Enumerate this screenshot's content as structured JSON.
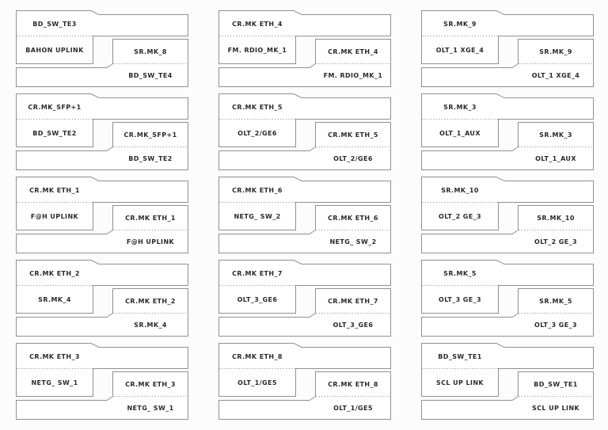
{
  "style": {
    "background_color": "#fcfcfc",
    "shape_fill_color": "#ffffff",
    "border_color": "#909090",
    "dotted_separator_color": "#a8a8a8",
    "text_color": "#2b2b2b"
  },
  "columns": [
    {
      "name": "column-1",
      "groups": [
        {
          "top": "BD_SW_TE3",
          "left": "BAHON UPLINK",
          "right": "SR.MK_8",
          "bottom": "BD_SW_TE4"
        },
        {
          "top": "CR.MK_SFP+1",
          "left": "BD_SW_TE2",
          "right": "CR.MK_SFP+1",
          "bottom": "BD_SW_TE2"
        },
        {
          "top": "CR.MK ETH_1",
          "left": "F@H UPLINK",
          "right": "CR.MK ETH_1",
          "bottom": "F@H UPLINK"
        },
        {
          "top": "CR.MK ETH_2",
          "left": "SR.MK_4",
          "right": "CR.MK ETH_2",
          "bottom": "SR.MK_4"
        },
        {
          "top": "CR.MK ETH_3",
          "left": "NETG_ SW_1",
          "right": "CR.MK ETH_3",
          "bottom": "NETG_ SW_1"
        }
      ]
    },
    {
      "name": "column-2",
      "groups": [
        {
          "top": "CR.MK ETH_4",
          "left": "FM. RDIO_MK_1",
          "right": "CR.MK ETH_4",
          "bottom": "FM. RDIO_MK_1"
        },
        {
          "top": "CR.MK ETH_5",
          "left": "OLT_2/GE6",
          "right": "CR.MK ETH_5",
          "bottom": "OLT_2/GE6"
        },
        {
          "top": "CR.MK ETH_6",
          "left": "NETG_ SW_2",
          "right": "CR.MK ETH_6",
          "bottom": "NETG_ SW_2"
        },
        {
          "top": "CR.MK ETH_7",
          "left": "OLT_3_GE6",
          "right": "CR.MK ETH_7",
          "bottom": "OLT_3_GE6"
        },
        {
          "top": "CR.MK ETH_8",
          "left": "OLT_1/GE5",
          "right": "CR.MK ETH_8",
          "bottom": "OLT_1/GE5"
        }
      ]
    },
    {
      "name": "column-3",
      "groups": [
        {
          "top": "SR.MK_9",
          "left": "OLT_1 XGE_4",
          "right": "SR.MK_9",
          "bottom": "OLT_1 XGE_4"
        },
        {
          "top": "SR.MK_3",
          "left": "OLT_1_AUX",
          "right": "SR.MK_3",
          "bottom": "OLT_1_AUX"
        },
        {
          "top": "SR.MK_10",
          "left": "OLT_2 GE_3",
          "right": "SR.MK_10",
          "bottom": "OLT_2 GE_3"
        },
        {
          "top": "SR.MK_5",
          "left": "OLT_3 GE_3",
          "right": "SR.MK_5",
          "bottom": "OLT_3 GE_3"
        },
        {
          "top": "BD_SW_TE1",
          "left": "SCL UP LINK",
          "right": "BD_SW_TE1",
          "bottom": "SCL UP LINK"
        }
      ]
    }
  ]
}
